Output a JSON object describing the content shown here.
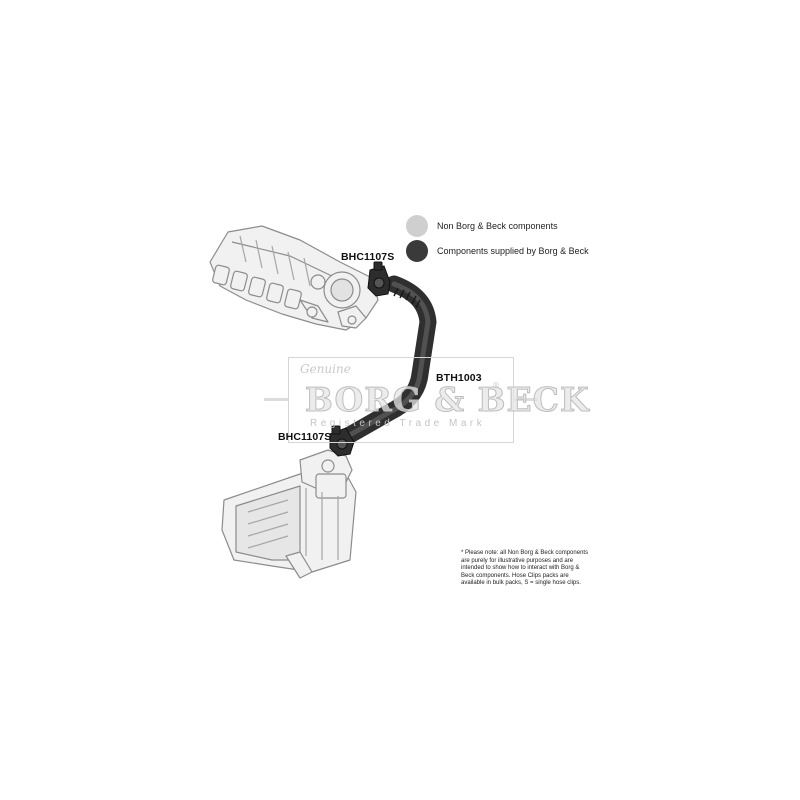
{
  "legend": {
    "items": [
      {
        "label": "Non Borg & Beck components",
        "color": "#cfcfcf"
      },
      {
        "label": "Components supplied by Borg & Beck",
        "color": "#3a3a3a"
      }
    ]
  },
  "parts": {
    "clip_top": "BHC1107S",
    "hose": "BTH1003",
    "clip_bottom": "BHC1107S"
  },
  "watermark": {
    "signature": "Genuine",
    "brand": "BORG & BECK",
    "registered_mark": "®",
    "subtitle": "Registered Trade Mark"
  },
  "note": "* Please note: all Non Borg & Beck components are purely for illustrative purposes and are intended to show how to interact with Borg & Beck components. Hose Clips packs are available in bulk packs, S = single hose clips.",
  "colors": {
    "supplied_part": "#3a3a3a",
    "non_supplied_part": "#cfcfcf",
    "outline": "#8a8a8a",
    "watermark": "#d0d0d0"
  }
}
